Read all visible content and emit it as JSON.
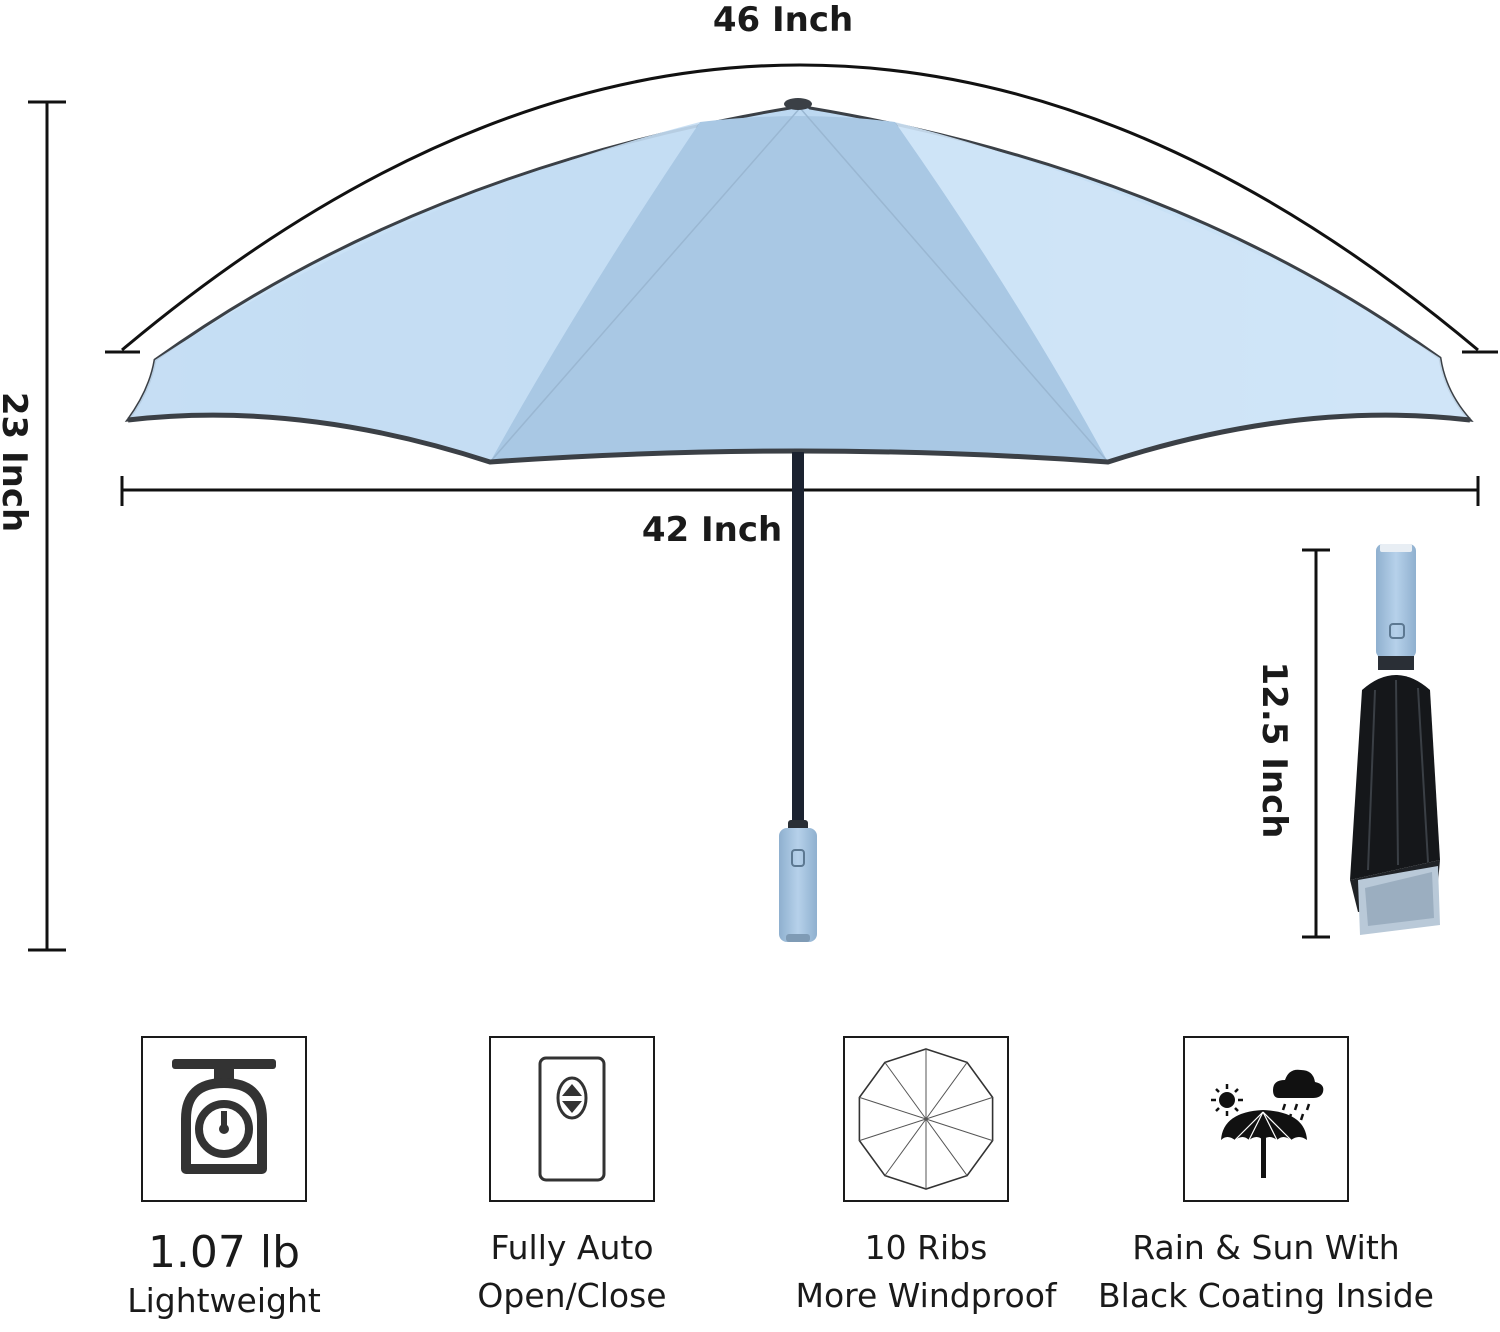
{
  "dimensions": {
    "arc_width": "46 Inch",
    "open_width": "42 Inch",
    "open_height": "23 Inch",
    "folded_length": "12.5 Inch"
  },
  "colors": {
    "canopy_light": "#c2dcf3",
    "canopy_mid": "#a9c8e4",
    "canopy_edge": "#3b4046",
    "shaft": "#1b2230",
    "handle": "#a9c6e2",
    "folded_fabric": "#15171a"
  },
  "features": [
    {
      "icon": "scale-icon",
      "line1": "1.07 lb",
      "line2": "Lightweight"
    },
    {
      "icon": "auto-button-icon",
      "line1": "Fully Auto",
      "line2": "Open/Close"
    },
    {
      "icon": "ten-ribs-icon",
      "line1": "10 Ribs",
      "line2": "More Windproof"
    },
    {
      "icon": "rain-sun-umbrella-icon",
      "line1": "Rain & Sun With",
      "line2": "Black Coating Inside"
    }
  ]
}
